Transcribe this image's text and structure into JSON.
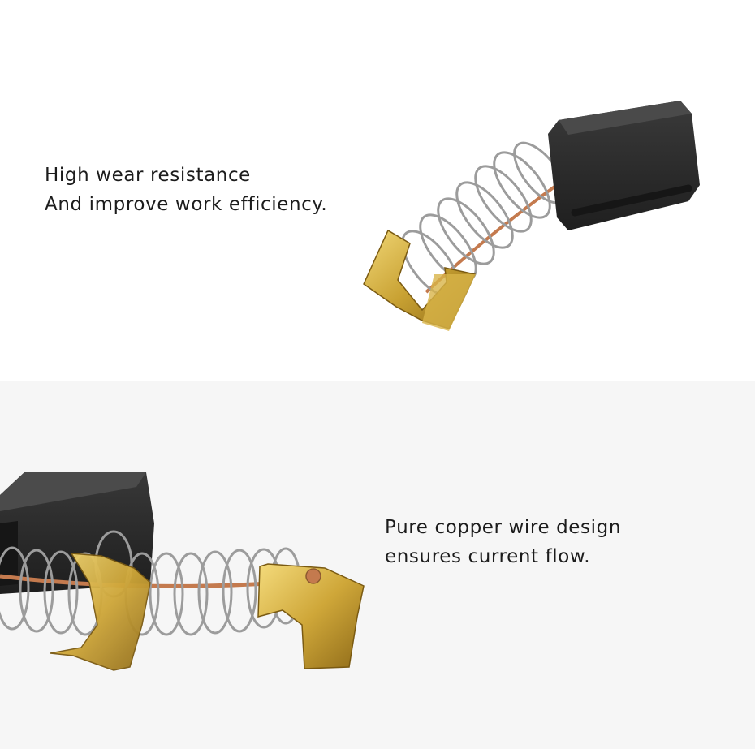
{
  "captions": {
    "top": {
      "line1": "High wear resistance",
      "line2": "And improve work efficiency."
    },
    "bottom": {
      "line1": "Pure copper wire design",
      "line2": "ensures current flow."
    }
  },
  "colors": {
    "carbon": "#2b2b2b",
    "brass": "#c9a233",
    "spring": "#9a9a9a",
    "copper_wire": "#c47a4e",
    "bottom_background": "#f6f6f6"
  }
}
